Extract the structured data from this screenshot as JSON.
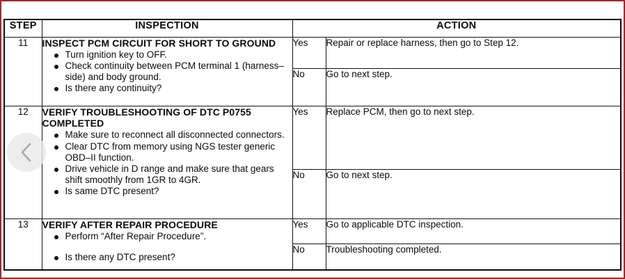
{
  "viewer": {
    "prev_button_icon": "chevron-left-icon",
    "frame_color": "#9e2a2a"
  },
  "table": {
    "columns": [
      {
        "key": "step",
        "label": "STEP"
      },
      {
        "key": "inspection",
        "label": "INSPECTION"
      },
      {
        "key": "action",
        "label": "ACTION"
      }
    ],
    "rows": [
      {
        "step": "11",
        "title": "INSPECT PCM CIRCUIT FOR SHORT TO GROUND",
        "bullets": [
          "Turn ignition key to OFF.",
          "Check continuity between PCM terminal 1 (harness–side) and body ground.",
          "Is there any continuity?"
        ],
        "results": [
          {
            "answer": "Yes",
            "action": "Repair or replace harness, then go to Step 12."
          },
          {
            "answer": "No",
            "action": "Go to next step."
          }
        ]
      },
      {
        "step": "12",
        "title": "VERIFY TROUBLESHOOTING OF DTC P0755 COMPLETED",
        "bullets": [
          "Make sure to reconnect all disconnected connectors.",
          "Clear DTC from memory using NGS tester generic OBD–II function.",
          "Drive vehicle in D range and make sure that gears shift smoothly from 1GR to 4GR.",
          "Is same DTC present?"
        ],
        "results": [
          {
            "answer": "Yes",
            "action": "Replace PCM, then go to next step."
          },
          {
            "answer": "No",
            "action": "Go to next step."
          }
        ]
      },
      {
        "step": "13",
        "title": "VERIFY AFTER REPAIR PROCEDURE",
        "bullets": [
          "Perform “After Repair Procedure”.",
          "Is there any DTC present?"
        ],
        "results": [
          {
            "answer": "Yes",
            "action": "Go to applicable DTC inspection."
          },
          {
            "answer": "No",
            "action": "Troubleshooting completed."
          }
        ]
      }
    ]
  }
}
